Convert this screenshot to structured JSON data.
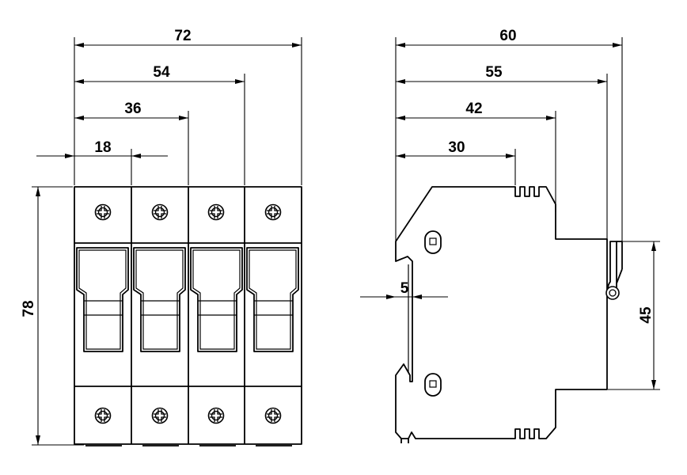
{
  "front_view": {
    "widths": [
      "72",
      "54",
      "36",
      "18"
    ],
    "height": "78"
  },
  "side_view": {
    "depths": [
      "60",
      "55",
      "42",
      "30"
    ],
    "rail_offset": "5",
    "rail_height": "45"
  },
  "colors": {
    "line": "#000000",
    "background": "#ffffff"
  }
}
